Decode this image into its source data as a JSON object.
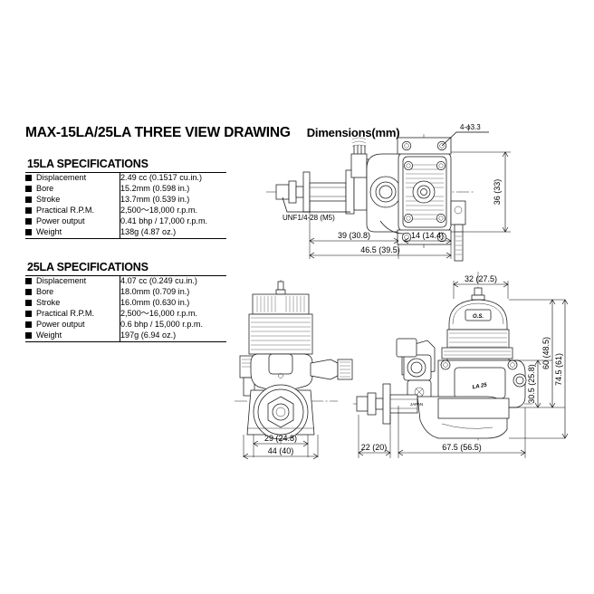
{
  "document": {
    "title_main": "MAX-15LA/25LA   THREE VIEW DRAWING",
    "title_units": "Dimensions(mm)"
  },
  "spec_15la": {
    "heading": "15LA SPECIFICATIONS",
    "rows": [
      {
        "label": "Displacement",
        "value": "2.49 cc (0.1517 cu.in.)"
      },
      {
        "label": "Bore",
        "value": "15.2mm (0.598 in.)"
      },
      {
        "label": "Stroke",
        "value": "13.7mm (0.539 in.)"
      },
      {
        "label": "Practical R.P.M.",
        "value": "2,500～18,000 r.p.m."
      },
      {
        "label": "Power output",
        "value": "0.41 bhp / 17,000 r.p.m."
      },
      {
        "label": "Weight",
        "value": "138g (4.87 oz.)"
      }
    ]
  },
  "spec_25la": {
    "heading": "25LA SPECIFICATIONS",
    "rows": [
      {
        "label": "Displacement",
        "value": "4.07 cc (0.249 cu.in.)"
      },
      {
        "label": "Bore",
        "value": "18.0mm (0.709 in.)"
      },
      {
        "label": "Stroke",
        "value": "16.0mm (0.630 in.)"
      },
      {
        "label": "Practical R.P.M.",
        "value": "2,500～16,000 r.p.m."
      },
      {
        "label": "Power output",
        "value": "0.6 bhp / 15,000 r.p.m."
      },
      {
        "label": "Weight",
        "value": "197g (6.94 oz.)"
      }
    ]
  },
  "views": {
    "side": {
      "name": "side-view",
      "callout_holes": "4-ϕ3.3",
      "callout_thread": "UNF1/4-28 (M5)",
      "dim_height": "36 (33)",
      "dim_a": "39 (30.8)",
      "dim_b": "14 (14.4)",
      "dim_total": "46.5 (39.5)"
    },
    "rear": {
      "name": "rear-view",
      "dim_inner": "29 (24.8)",
      "dim_outer": "44 (40)"
    },
    "front": {
      "name": "front-view",
      "dim_top": "32 (27.5)",
      "dim_h1": "30.5 (25.8)",
      "dim_h2": "60 (48.5)",
      "dim_h3": "74.5 (61)",
      "dim_shaft": "22 (20)",
      "dim_body": "67.5 (56.5)",
      "mark_brand": "O.S.",
      "mark_model": "LA 25",
      "mark_origin": "JAPAN"
    }
  }
}
